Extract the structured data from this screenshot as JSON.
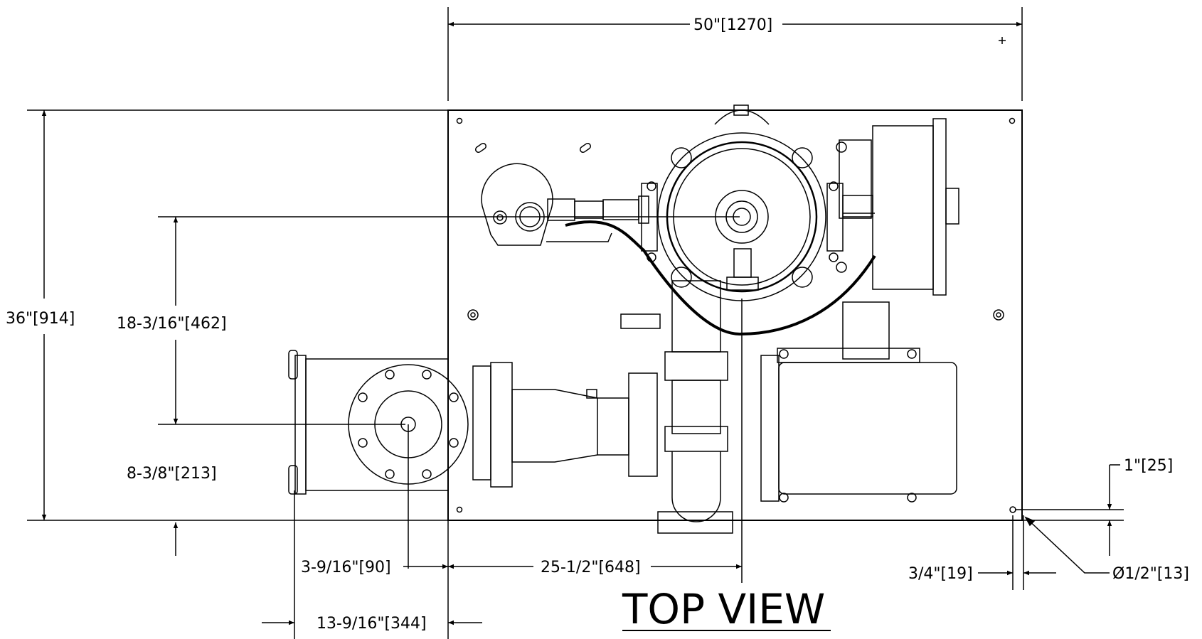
{
  "drawing": {
    "view_title": "TOP VIEW",
    "dimensions": {
      "overall_width": "50\"[1270]",
      "overall_depth": "36\"[914]",
      "inlet_height": "18-3/16\"[462]",
      "outlet_height": "8-3/8\"[213]",
      "outlet_offset": "3-9/16\"[90]",
      "inlet_offset": "25-1/2\"[648]",
      "outlet_projection": "13-9/16\"[344]",
      "mount_hole_edge_y": "1\"[25]",
      "mount_hole_edge_x": "3/4\"[19]",
      "mount_hole_diameter": "Ø1/2\"[13]"
    }
  }
}
